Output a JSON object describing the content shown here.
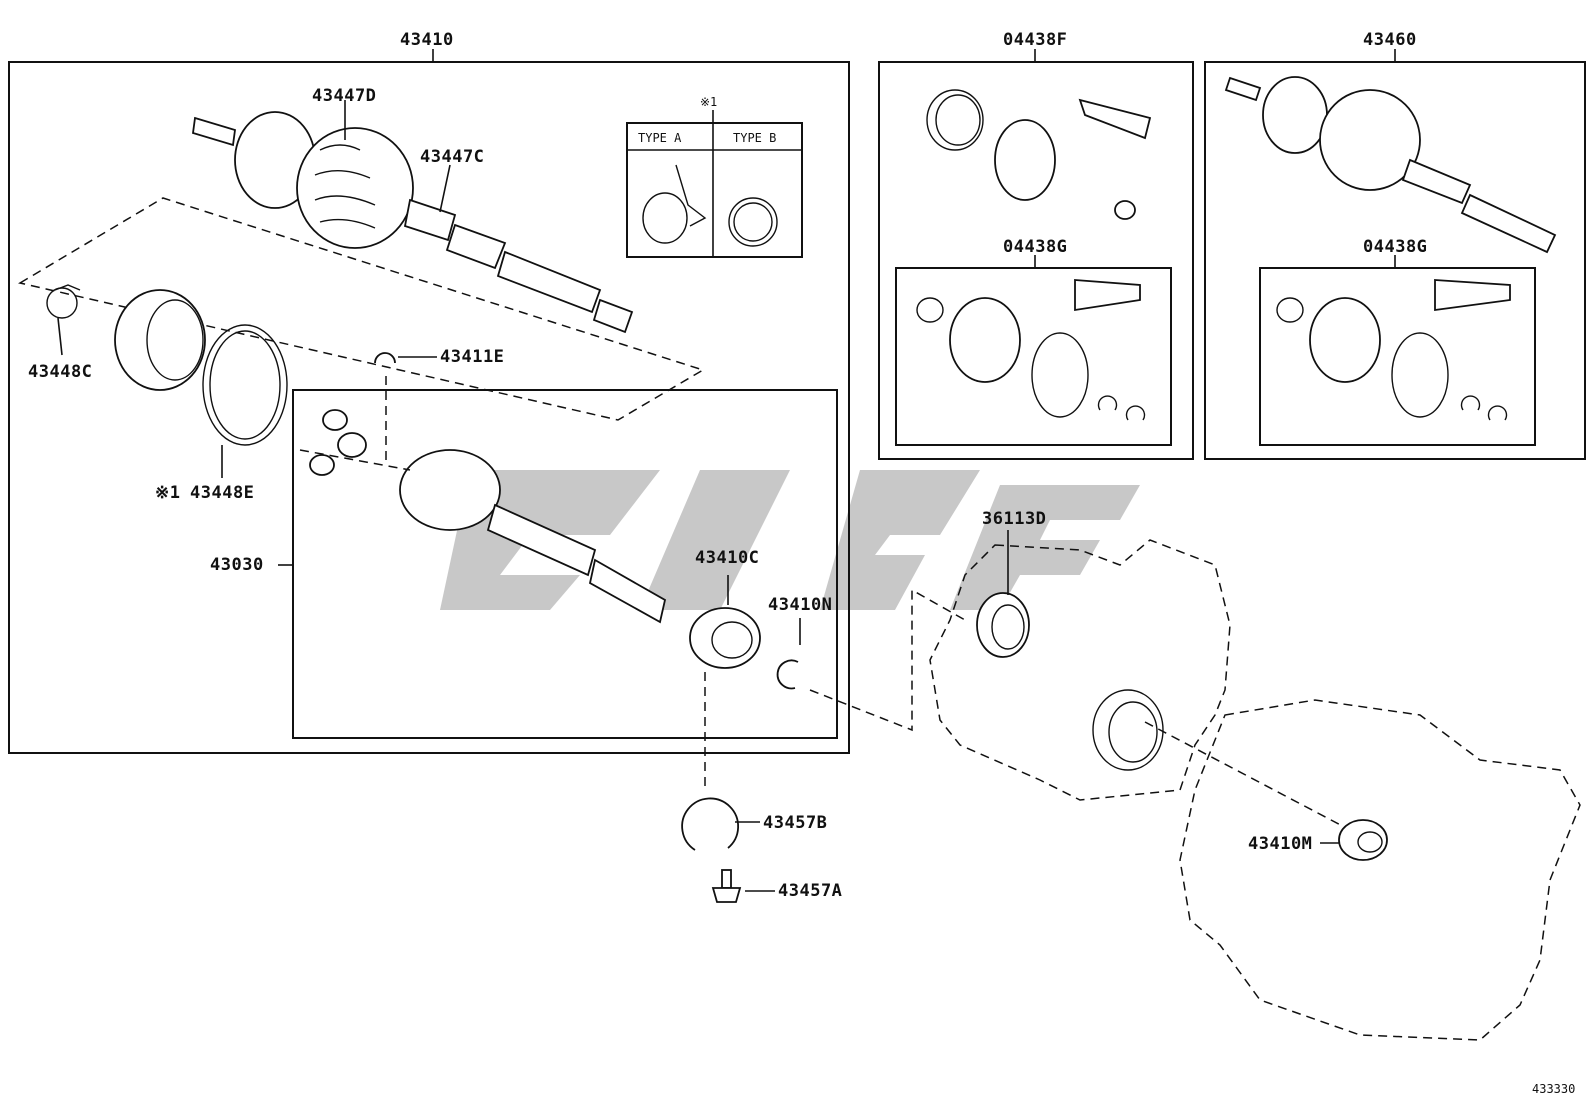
{
  "diagram": {
    "labels": {
      "assembly_front": "43410",
      "repair_kit_1": "04438F",
      "assembly_2": "43460",
      "boot_kit_1": "04438G",
      "boot_kit_2": "04438G",
      "boot_outer": "43447D",
      "clamp_outer": "43447C",
      "clamp_small": "43448C",
      "clamp_large": "43448E",
      "snap_ring": "43411E",
      "inboard_joint": "43030",
      "bearing": "43410C",
      "snap_ring_n": "43410N",
      "seal": "36113D",
      "bracket_clip": "43457B",
      "bolt": "43457A",
      "seal_m": "43410M",
      "note_mark": "※1",
      "note_mark_label": "※1",
      "type_a": "TYPE A",
      "type_b": "TYPE B",
      "drawing_number": "433330"
    }
  }
}
